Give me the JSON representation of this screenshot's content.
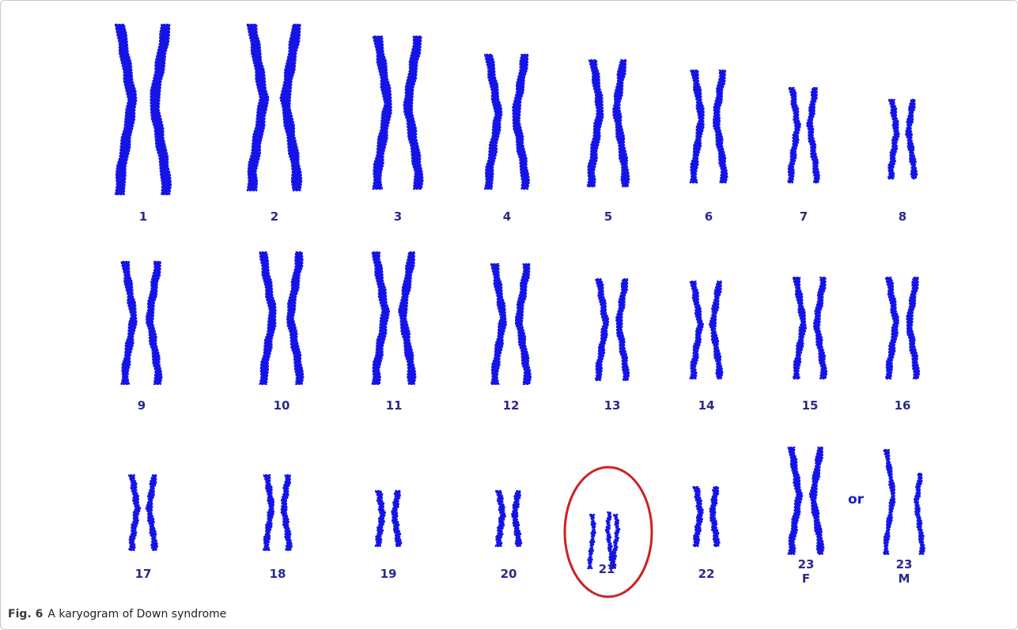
{
  "caption": {
    "figure_number": "Fig. 6",
    "text": "A karyogram of Down syndrome"
  },
  "colors": {
    "chromosome": "#1414e6",
    "label": "#2a2a8a",
    "highlight_circle": "#cc2222"
  },
  "chromosomes": [
    {
      "label": "1",
      "count": 2
    },
    {
      "label": "2",
      "count": 2
    },
    {
      "label": "3",
      "count": 2
    },
    {
      "label": "4",
      "count": 2
    },
    {
      "label": "5",
      "count": 2
    },
    {
      "label": "6",
      "count": 2
    },
    {
      "label": "7",
      "count": 2
    },
    {
      "label": "8",
      "count": 2
    },
    {
      "label": "9",
      "count": 2
    },
    {
      "label": "10",
      "count": 2
    },
    {
      "label": "11",
      "count": 2
    },
    {
      "label": "12",
      "count": 2
    },
    {
      "label": "13",
      "count": 2
    },
    {
      "label": "14",
      "count": 2
    },
    {
      "label": "15",
      "count": 2
    },
    {
      "label": "16",
      "count": 2
    },
    {
      "label": "17",
      "count": 2
    },
    {
      "label": "18",
      "count": 2
    },
    {
      "label": "19",
      "count": 2
    },
    {
      "label": "20",
      "count": 2
    },
    {
      "label": "21",
      "count": 3,
      "highlighted": true
    },
    {
      "label": "22",
      "count": 2
    },
    {
      "label": "23",
      "sublabel": "F",
      "count": 2
    },
    {
      "label": "23",
      "sublabel": "M",
      "count": 2
    }
  ],
  "separator_text": "or"
}
